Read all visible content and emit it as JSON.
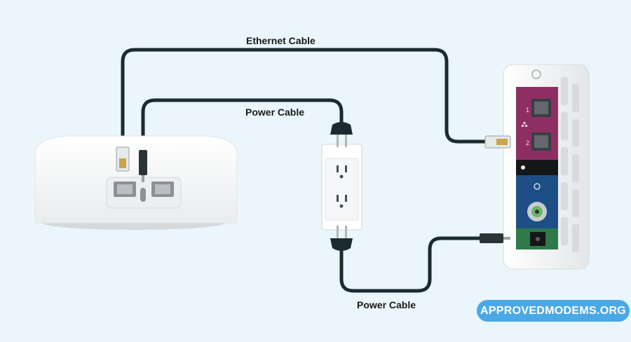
{
  "labels": {
    "ethernet_cable": "Ethernet Cable",
    "power_cable_top": "Power Cable",
    "power_cable_bottom": "Power Cable"
  },
  "modem": {
    "lan_port_1": "1",
    "lan_port_2": "2"
  },
  "brand": {
    "badge_text": "APPROVEDMODEMS.ORG"
  },
  "colors": {
    "background": "#eaf5fc",
    "cable": "#1c2b30",
    "modem_lan_panel": "#8e2f63",
    "modem_coax_panel": "#1d4f86",
    "modem_power_panel": "#2e7a4a",
    "badge": "#4aa8e6"
  }
}
